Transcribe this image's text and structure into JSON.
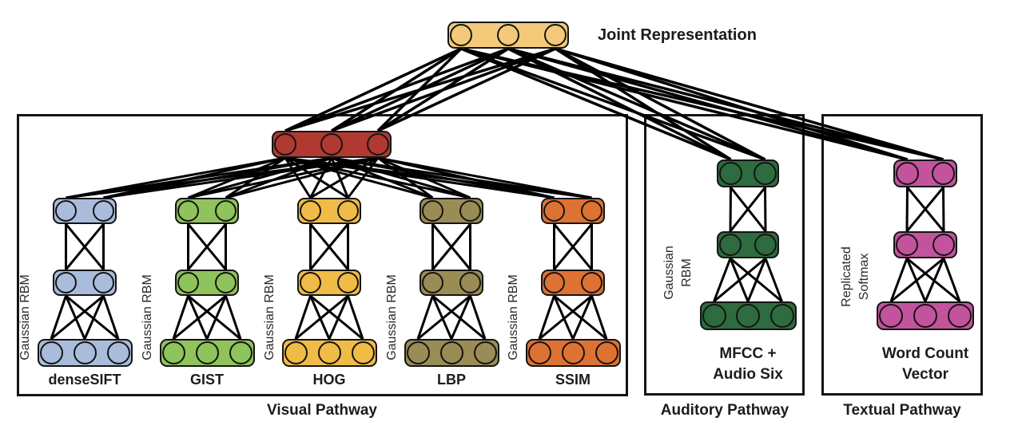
{
  "diagram": {
    "joint": {
      "label": "Joint Representation",
      "color": "#F2CA7A"
    },
    "line_color": "#000000",
    "visual": {
      "caption": "Visual Pathway",
      "top_layer_color": "#B13931",
      "columns": [
        {
          "label": "denseSIFT",
          "rbm_label": "Gaussian RBM",
          "color": "#A9BCDB"
        },
        {
          "label": "GIST",
          "rbm_label": "Gaussian RBM",
          "color": "#8FC35B"
        },
        {
          "label": "HOG",
          "rbm_label": "Gaussian RBM",
          "color": "#F0BB47"
        },
        {
          "label": "LBP",
          "rbm_label": "Gaussian RBM",
          "color": "#9A8C55"
        },
        {
          "label": "SSIM",
          "rbm_label": "Gaussian RBM",
          "color": "#DE7233"
        }
      ]
    },
    "auditory": {
      "caption": "Auditory Pathway",
      "color": "#2E6B3E",
      "rbm_label_line1": "Gaussian",
      "rbm_label_line2": "RBM",
      "input_label_line1": "MFCC +",
      "input_label_line2": "Audio Six"
    },
    "textual": {
      "caption": "Textual Pathway",
      "color": "#C4539E",
      "rbm_label_line1": "Replicated",
      "rbm_label_line2": "Softmax",
      "input_label_line1": "Word Count",
      "input_label_line2": "Vector"
    }
  }
}
